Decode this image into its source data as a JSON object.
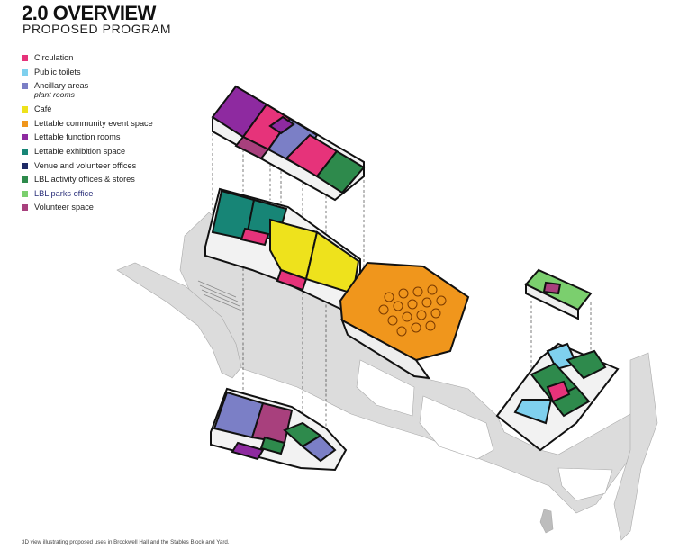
{
  "header": {
    "title": "2.0 OVERVIEW",
    "subtitle": "PROPOSED PROGRAM"
  },
  "legend": [
    {
      "label": "Circulation",
      "color": "#e6337a"
    },
    {
      "label": "Public toilets",
      "color": "#7fd0ee"
    },
    {
      "label": "Ancillary areas",
      "sublabel": "plant rooms",
      "color": "#7b7fc6"
    },
    {
      "label": "Café",
      "color": "#eee21c"
    },
    {
      "label": "Lettable community event space",
      "color": "#f0961c"
    },
    {
      "label": "Lettable function rooms",
      "color": "#8e2aa0"
    },
    {
      "label": "Lettable exhibition space",
      "color": "#178576"
    },
    {
      "label": "Venue and volunteer offices",
      "color": "#1f2a66"
    },
    {
      "label": "LBL activity offices & stores",
      "color": "#2e8a4c"
    },
    {
      "label": "LBL parks office",
      "color": "#7bcf6e",
      "label_color": "#2a2f7a"
    },
    {
      "label": "Volunteer space",
      "color": "#a8407d"
    }
  ],
  "caption": "3D view illustrating proposed uses in Brockwell Hall and the Stables Block and Yard.",
  "colors": {
    "ground": "#dcdcdc",
    "outline": "#111111",
    "wall": "#f2f2f2"
  }
}
